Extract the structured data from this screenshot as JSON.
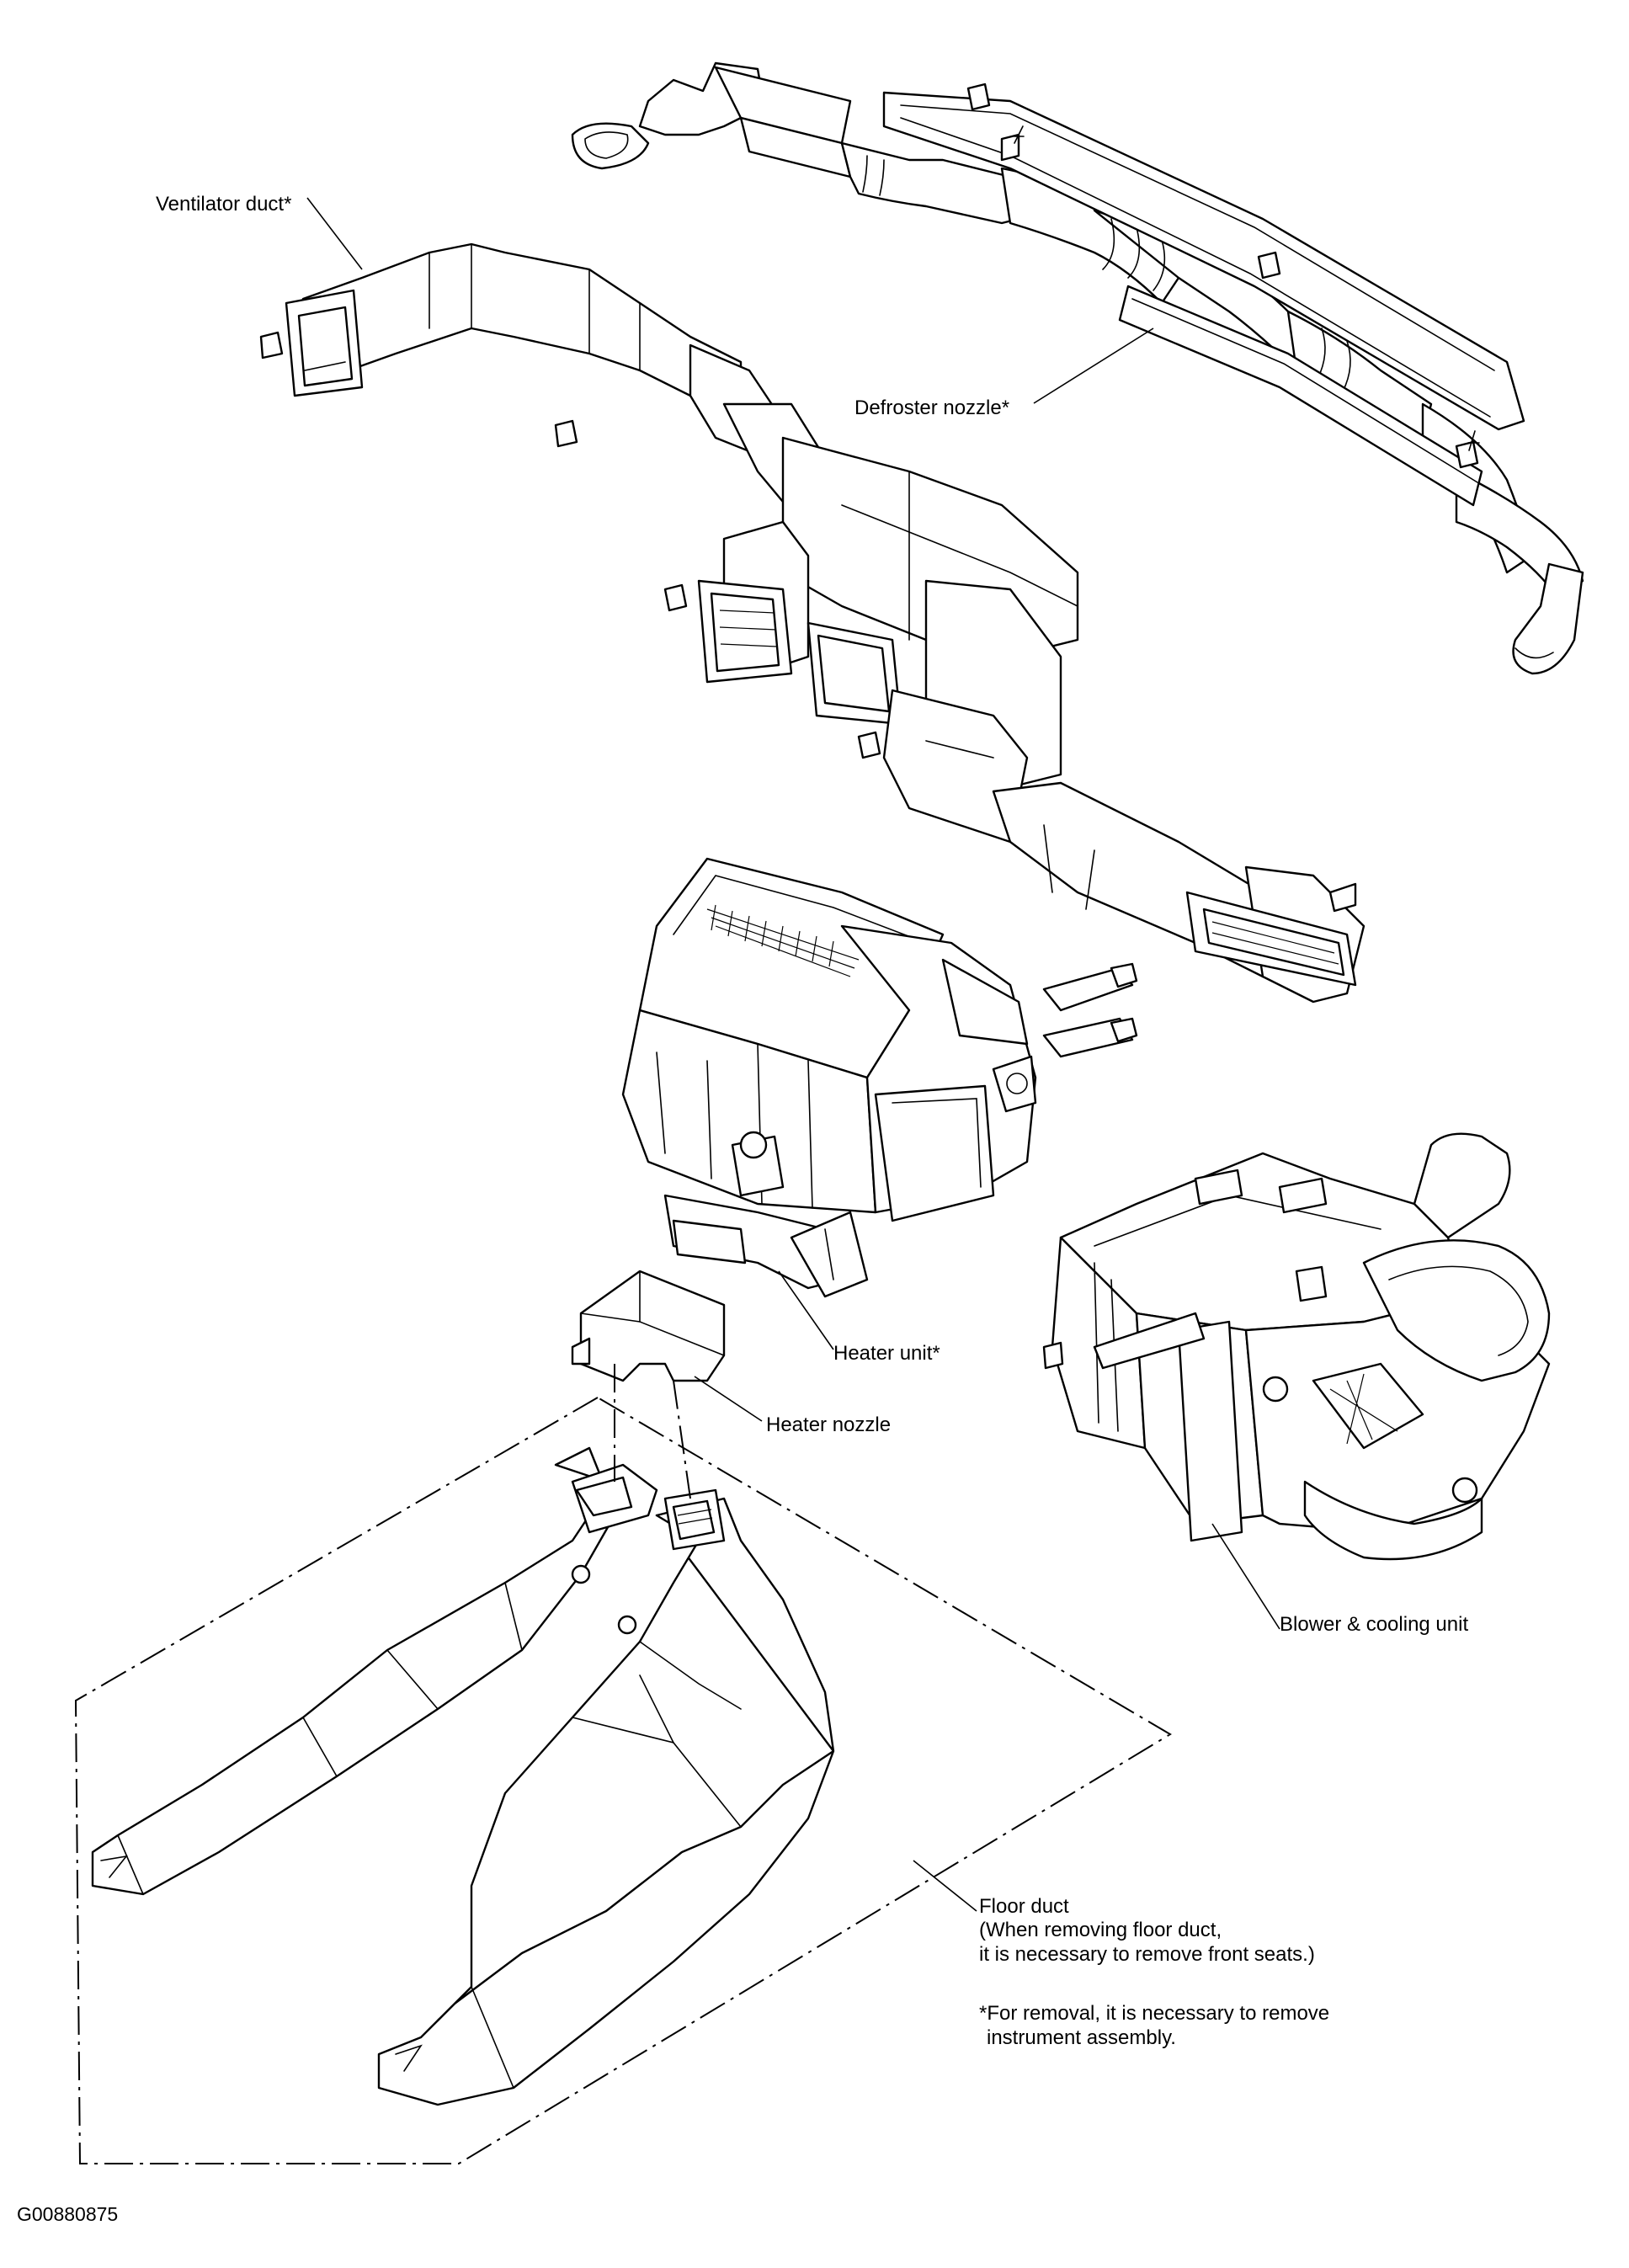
{
  "labels": {
    "ventilator_duct": "Ventilator duct*",
    "defroster_nozzle": "Defroster nozzle*",
    "heater_unit": "Heater unit*",
    "heater_nozzle": "Heater nozzle",
    "blower_cooling_unit": "Blower & cooling unit",
    "floor_duct": "Floor duct",
    "floor_duct_note_1": "(When removing floor duct,",
    "floor_duct_note_2": "it is necessary to remove front seats.)",
    "footnote_1": "*For removal, it is necessary to remove",
    "footnote_2": "instrument assembly.",
    "figure_id": "G00880875"
  }
}
